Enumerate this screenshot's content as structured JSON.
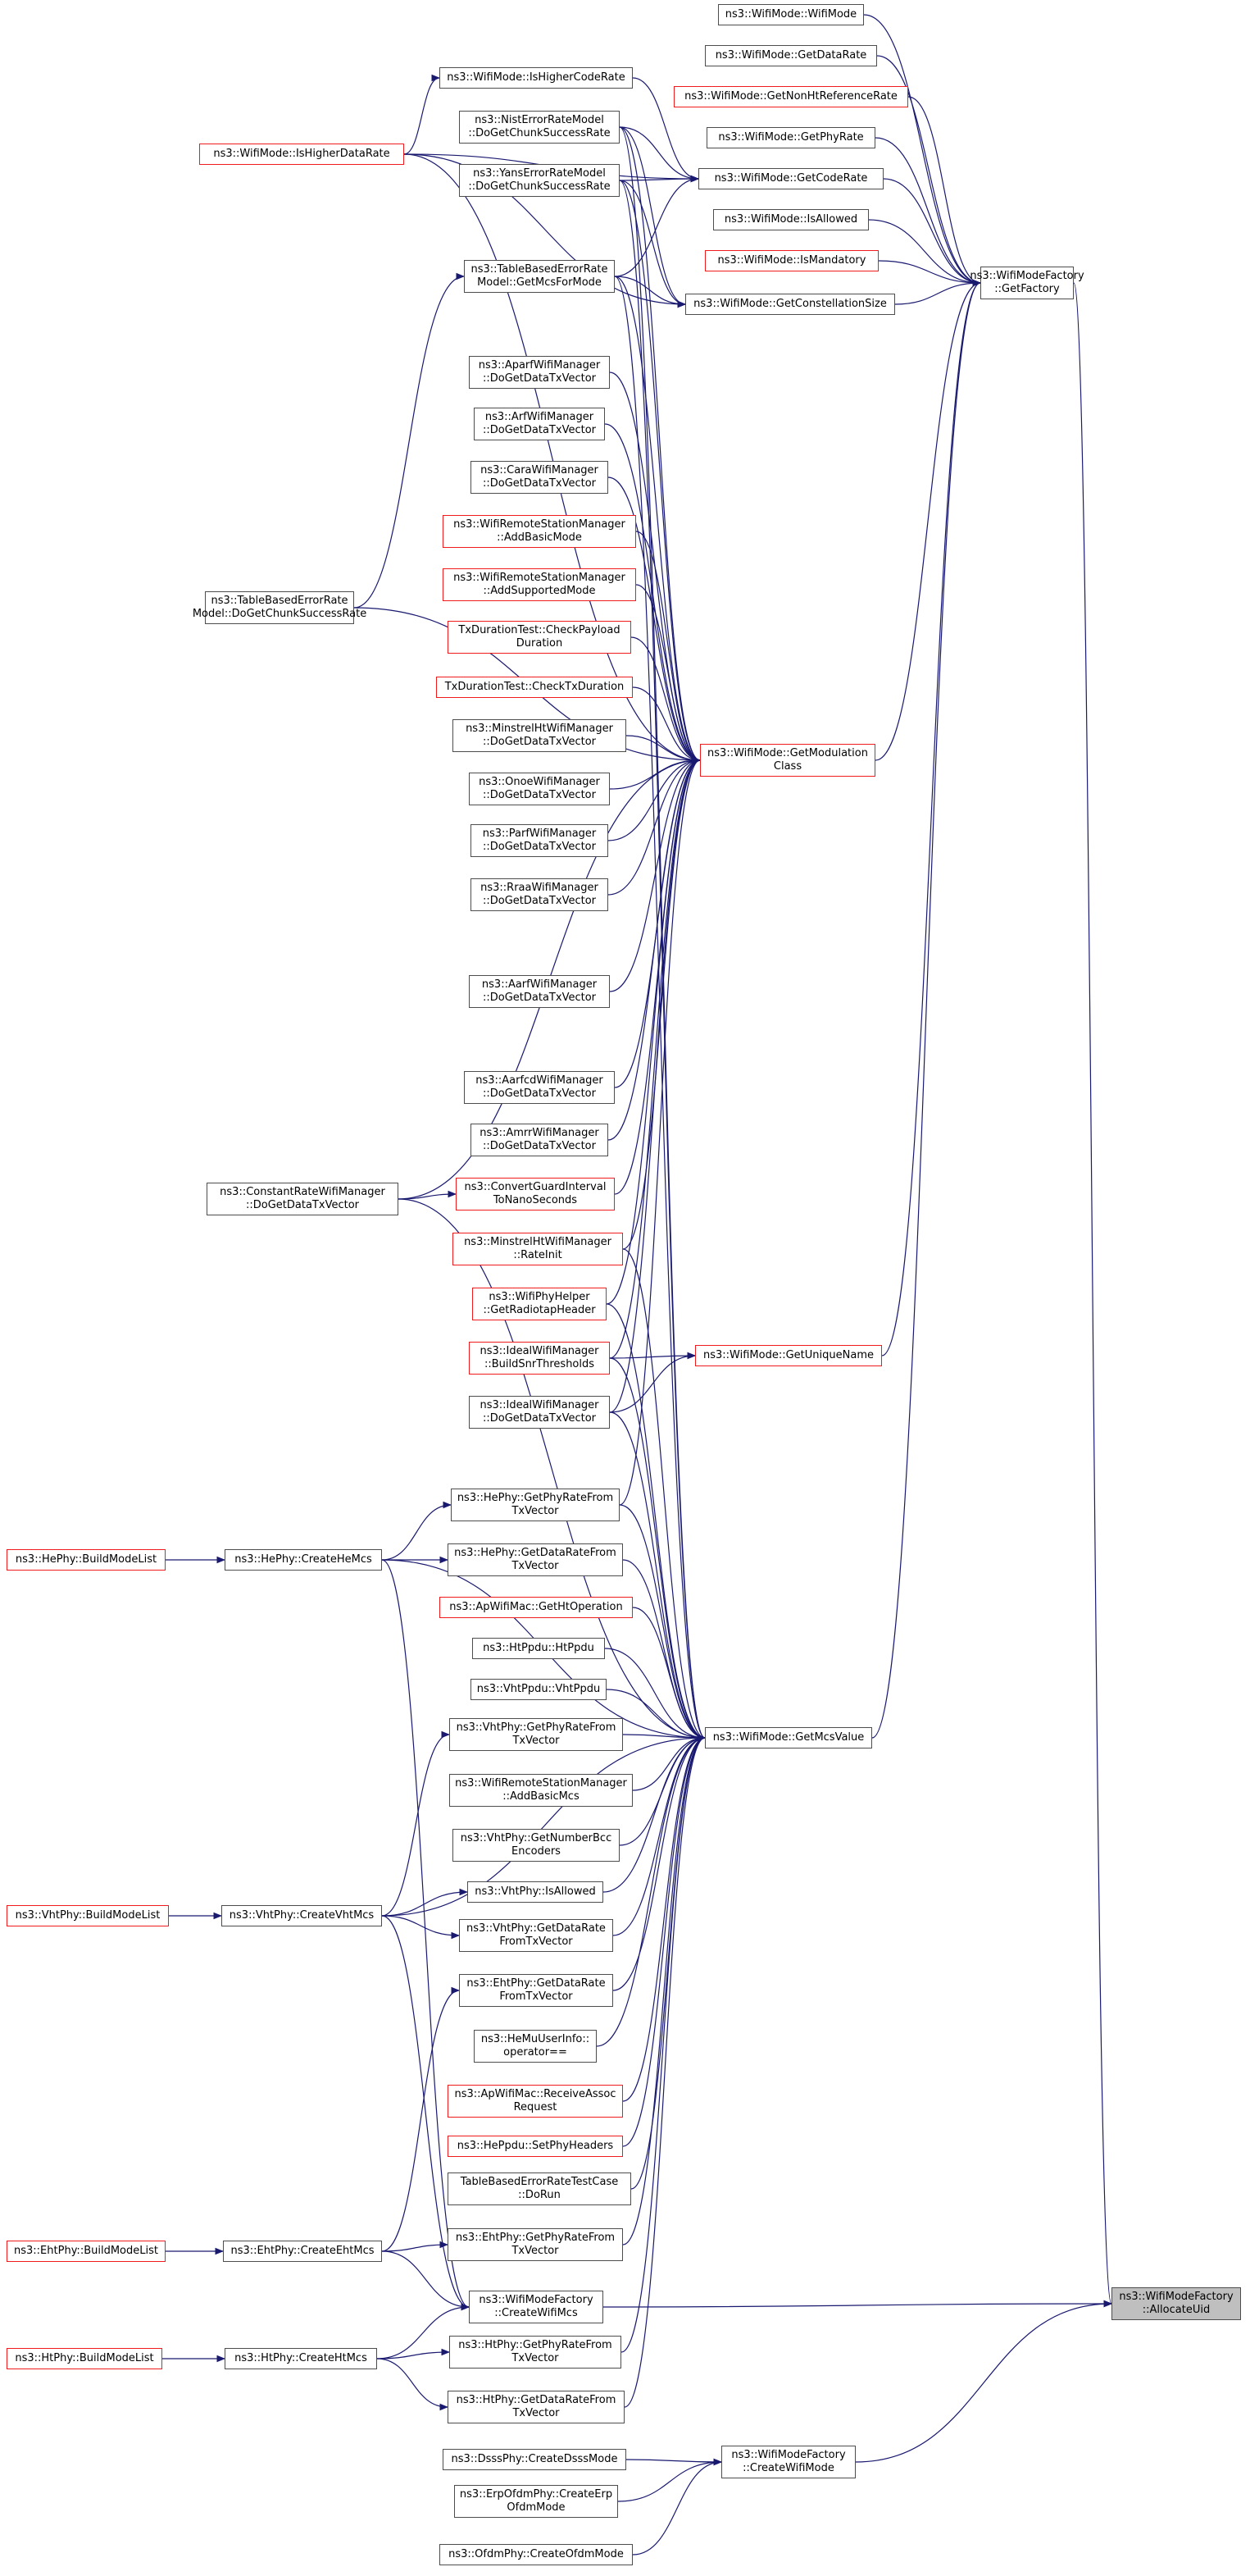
{
  "diagram": {
    "title": "",
    "nodes": {
      "wm_wifimode": "ns3::WifiMode::WifiMode",
      "wm_getdatarate": "ns3::WifiMode::GetDataRate",
      "wm_getnonht": "ns3::WifiMode::GetNonHtReferenceRate",
      "wm_getphyrate": "ns3::WifiMode::GetPhyRate",
      "wm_ishighercoderate": "ns3::WifiMode::IsHigherCodeRate",
      "wm_getcoderate": "ns3::WifiMode::GetCodeRate",
      "wm_isallowed": "ns3::WifiMode::IsAllowed",
      "wm_ismandatory": "ns3::WifiMode::IsMandatory",
      "wm_ishigherdatarate": "ns3::WifiMode::IsHigherDataRate",
      "nist_chunk": "ns3::NistErrorRateModel\n::DoGetChunkSuccessRate",
      "yans_chunk": "ns3::YansErrorRateModel\n::DoGetChunkSuccessRate",
      "wmf_getfactory": "ns3::WifiModeFactory\n::GetFactory",
      "tber_getmcs": "ns3::TableBasedErrorRate\nModel::GetMcsForMode",
      "wm_getconst": "ns3::WifiMode::GetConstellationSize",
      "aparf": "ns3::AparfWifiManager\n::DoGetDataTxVector",
      "arf": "ns3::ArfWifiManager\n::DoGetDataTxVector",
      "cara": "ns3::CaraWifiManager\n::DoGetDataTxVector",
      "wrsm_addbasic": "ns3::WifiRemoteStationManager\n::AddBasicMode",
      "wrsm_addsupported": "ns3::WifiRemoteStationManager\n::AddSupportedMode",
      "tber_chunk": "ns3::TableBasedErrorRate\nModel::DoGetChunkSuccessRate",
      "txdur_payload": "TxDurationTest::CheckPayload\nDuration",
      "txdur_check": "TxDurationTest::CheckTxDuration",
      "minstrelht": "ns3::MinstrelHtWifiManager\n::DoGetDataTxVector",
      "wm_getmodclass": "ns3::WifiMode::GetModulation\nClass",
      "onoe": "ns3::OnoeWifiManager\n::DoGetDataTxVector",
      "parf": "ns3::ParfWifiManager\n::DoGetDataTxVector",
      "rraa": "ns3::RraaWifiManager\n::DoGetDataTxVector",
      "aarf": "ns3::AarfWifiManager\n::DoGetDataTxVector",
      "aarfcd": "ns3::AarfcdWifiManager\n::DoGetDataTxVector",
      "amrr": "ns3::AmrrWifiManager\n::DoGetDataTxVector",
      "constrate": "ns3::ConstantRateWifiManager\n::DoGetDataTxVector",
      "convertgi": "ns3::ConvertGuardInterval\nToNanoSeconds",
      "minstrel_rateinit": "ns3::MinstrelHtWifiManager\n::RateInit",
      "wifiphyhelper": "ns3::WifiPhyHelper\n::GetRadiotapHeader",
      "ideal_snr": "ns3::IdealWifiManager\n::BuildSnrThresholds",
      "wm_getuniquename": "ns3::WifiMode::GetUniqueName",
      "ideal_data": "ns3::IdealWifiManager\n::DoGetDataTxVector",
      "hephy_getphyrate": "ns3::HePhy::GetPhyRateFrom\nTxVector",
      "hephy_buildmodelist": "ns3::HePhy::BuildModeList",
      "hephy_createhemcs": "ns3::HePhy::CreateHeMcs",
      "hephy_getdatarate": "ns3::HePhy::GetDataRateFrom\nTxVector",
      "apwifimac_getht": "ns3::ApWifiMac::GetHtOperation",
      "htppdu": "ns3::HtPpdu::HtPpdu",
      "vhtppdu": "ns3::VhtPpdu::VhtPpdu",
      "vhtphy_getphyrate": "ns3::VhtPhy::GetPhyRateFrom\nTxVector",
      "wm_getmcsvalue": "ns3::WifiMode::GetMcsValue",
      "wrsm_addbasicmcs": "ns3::WifiRemoteStationManager\n::AddBasicMcs",
      "vhtphy_getnumberbcc": "ns3::VhtPhy::GetNumberBcc\nEncoders",
      "vhtphy_buildmodelist": "ns3::VhtPhy::BuildModeList",
      "vhtphy_createvhtmcs": "ns3::VhtPhy::CreateVhtMcs",
      "vhtphy_isallowed": "ns3::VhtPhy::IsAllowed",
      "vhtphy_getdatarate": "ns3::VhtPhy::GetDataRate\nFromTxVector",
      "ehtphy_getdatarate": "ns3::EhtPhy::GetDataRate\nFromTxVector",
      "hemu_operator": "ns3::HeMuUserInfo::\noperator==",
      "apwifimac_receive": "ns3::ApWifiMac::ReceiveAssoc\nRequest",
      "heppdu_setphy": "ns3::HePpdu::SetPhyHeaders",
      "tbert_dorun": "TableBasedErrorRateTestCase\n::DoRun",
      "ehtphy_buildmodelist": "ns3::EhtPhy::BuildModeList",
      "ehtphy_createehtmcs": "ns3::EhtPhy::CreateEhtMcs",
      "ehtphy_getphyrate": "ns3::EhtPhy::GetPhyRateFrom\nTxVector",
      "wmf_allocateuid": "ns3::WifiModeFactory\n::AllocateUid",
      "wmf_createwifimcs": "ns3::WifiModeFactory\n::CreateWifiMcs",
      "htphy_buildmodelist": "ns3::HtPhy::BuildModeList",
      "htphy_createhtmcs": "ns3::HtPhy::CreateHtMcs",
      "htphy_getphyrate": "ns3::HtPhy::GetPhyRateFrom\nTxVector",
      "htphy_getdatarate": "ns3::HtPhy::GetDataRateFrom\nTxVector",
      "dsssphy_create": "ns3::DsssPhy::CreateDsssMode",
      "wmf_createwifimode": "ns3::WifiModeFactory\n::CreateWifiMode",
      "erpofdm_create": "ns3::ErpOfdmPhy::CreateErp\nOfdmMode",
      "ofdmphy_create": "ns3::OfdmPhy::CreateOfdmMode"
    },
    "colors": {
      "edge": "#191970",
      "border_normal": "#4d4d4d",
      "border_incomplete": "#ee1c1c",
      "selected_fill": "#bfbfbf"
    }
  }
}
